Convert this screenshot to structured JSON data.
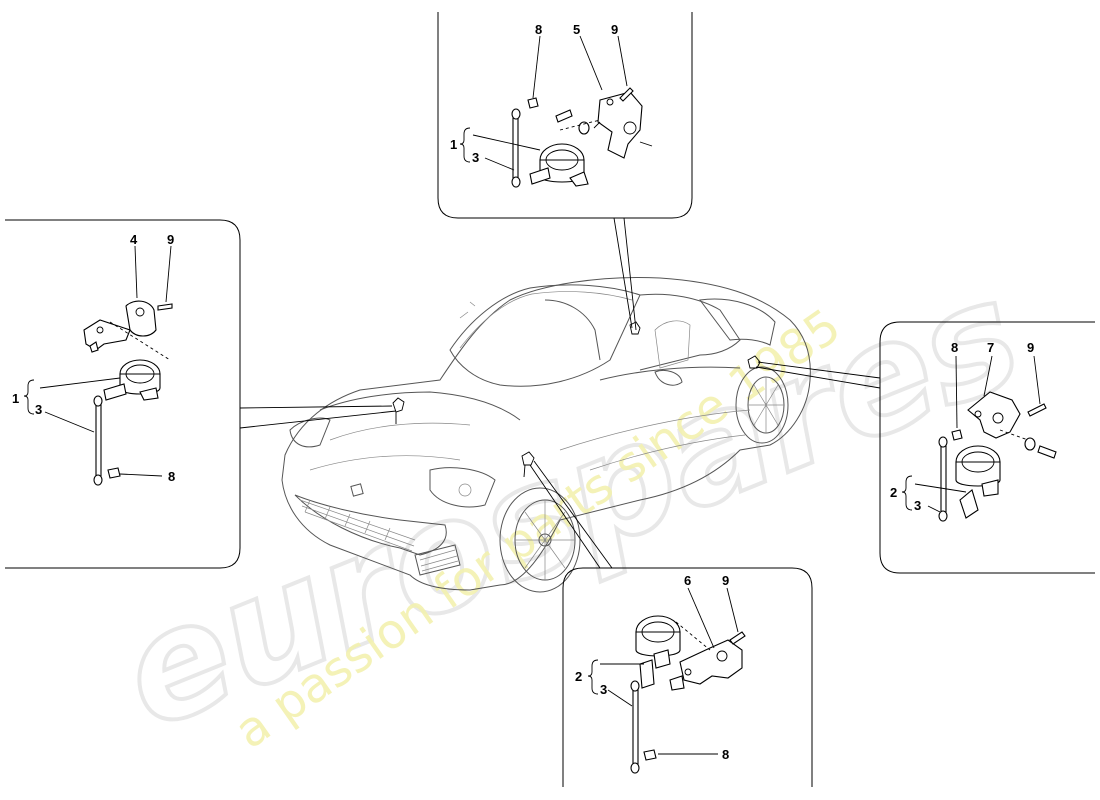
{
  "watermark": {
    "brand": "eurospares",
    "tagline": "a passion for parts since 1985"
  },
  "callouts": {
    "top": {
      "n8": "8",
      "n5": "5",
      "n9": "9",
      "n1": "1",
      "n3": "3"
    },
    "left": {
      "n4": "4",
      "n9": "9",
      "n1": "1",
      "n3": "3",
      "n8": "8"
    },
    "right": {
      "n8": "8",
      "n7": "7",
      "n9": "9",
      "n2": "2",
      "n3": "3"
    },
    "bottom": {
      "n6": "6",
      "n9": "9",
      "n2": "2",
      "n3": "3",
      "n8": "8"
    }
  }
}
